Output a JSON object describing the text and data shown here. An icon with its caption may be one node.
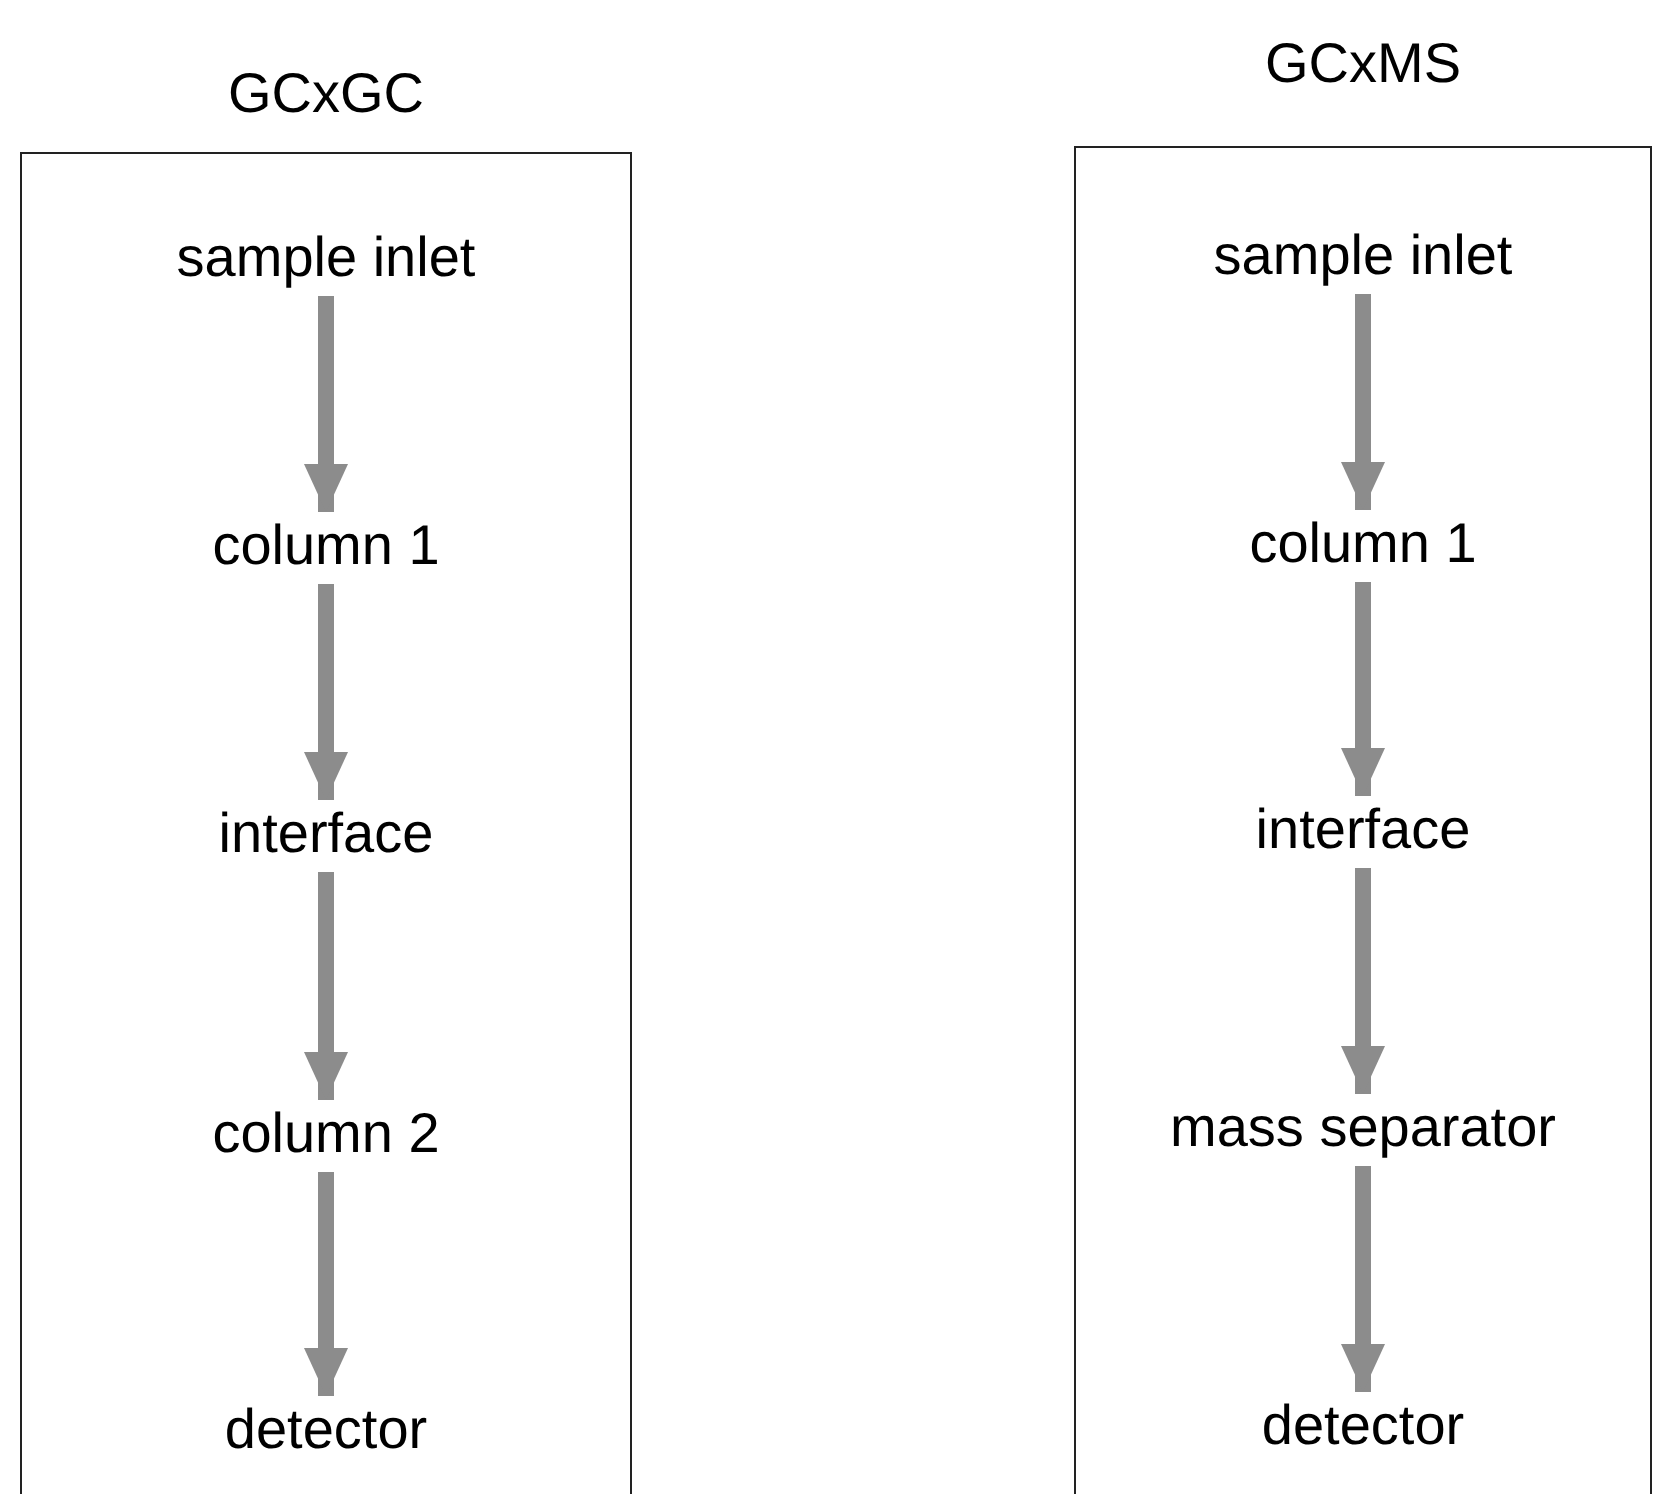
{
  "diagram": {
    "nodes": [
      {
        "text": [
          "GCxGC"
        ]
      },
      {
        "text": [
          "sample inlet"
        ],
        "in": 0
      },
      {
        "text": [
          "column 1"
        ],
        "in": 0
      },
      {
        "text": [
          "interface"
        ],
        "in": 0
      },
      {
        "text": [
          "column 2"
        ],
        "in": 0
      },
      {
        "text": [
          "detector"
        ],
        "in": 0
      },
      {
        "text": [
          "GCxMS"
        ]
      },
      {
        "text": [
          "sample inlet"
        ],
        "in": 6
      },
      {
        "text": [
          "column 1"
        ],
        "in": 6
      },
      {
        "text": [
          "interface"
        ],
        "in": 6
      },
      {
        "text": [
          "mass separator"
        ],
        "in": 6
      },
      {
        "text": [
          "detector"
        ],
        "in": 6
      }
    ],
    "edges": [
      {
        "from": 1,
        "to": 2,
        "arrow": "to"
      },
      {
        "from": 2,
        "to": 3,
        "arrow": "to"
      },
      {
        "from": 3,
        "to": 4,
        "arrow": "to"
      },
      {
        "from": 4,
        "to": 5,
        "arrow": "to"
      },
      {
        "from": 7,
        "to": 8,
        "arrow": "to"
      },
      {
        "from": 8,
        "to": 9,
        "arrow": "to"
      },
      {
        "from": 9,
        "to": 10,
        "arrow": "to"
      },
      {
        "from": 10,
        "to": 11,
        "arrow": "to"
      }
    ]
  }
}
